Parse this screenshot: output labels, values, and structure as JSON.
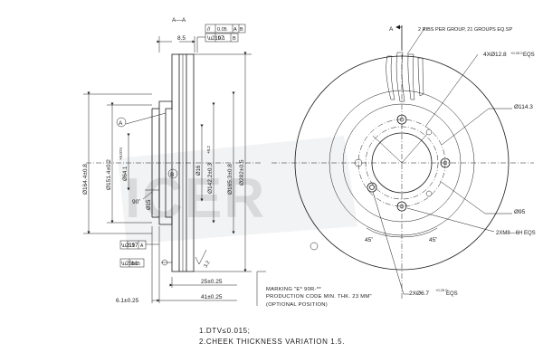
{
  "watermark": "ICER",
  "section": {
    "title": "A—A",
    "tolerance_frame_1": [
      "0.05",
      "A",
      "B"
    ],
    "tolerance_frame_2": [
      "0.1",
      "B"
    ],
    "width_top": "8.5",
    "datum_a": "A",
    "datum_b": "B",
    "dia_outer": "Ø164.4±0.8",
    "dia_151": "Ø151.4±0.2",
    "dia_64": "Ø64.1",
    "dia_64_tol": "+0.074",
    "dia_15": "Ø15",
    "angle_90": "90˚",
    "dia_142": "Ø142.2±0.3",
    "dia_16": "Ø16",
    "dia_16_tol": "+0.2",
    "dia_165": "Ø165.3±0.8",
    "dia_282": "Ø282±0.5",
    "frame_3": [
      "0.1",
      "A"
    ],
    "frame_4": [
      "0.05"
    ],
    "roughness": "3.2",
    "dim_25": "25±0.25",
    "dim_41": "41±0.25",
    "dim_6": "6.1±0.25"
  },
  "front": {
    "label_a": "A",
    "ribs_note": "2 RIBS PER GROUP, 21 GROUPS EQ.SP",
    "holes_4": "4XØ12.8",
    "holes_4_tol": "+0.25\n0",
    "holes_4_suffix": "EQS",
    "dia_114": "Ø114.3",
    "dia_95": "Ø95",
    "thread": "2XM8—6H EQS",
    "angle_l": "45˚",
    "angle_r": "45˚",
    "holes_2": "2XØ6.7",
    "holes_2_tol": "+0.25\n0",
    "holes_2_suffix": "EQS"
  },
  "marking": {
    "line1": "MARKING  \"E* 90R-**",
    "line2": "PRODUCTION CODE  MIN. THK. 23 MM\"",
    "line3": "(OPTIONAL POSITION)"
  },
  "notes": [
    "1.DTV≤0.015;",
    "2.CHEEK THICKNESS VARIATION 1.5."
  ]
}
